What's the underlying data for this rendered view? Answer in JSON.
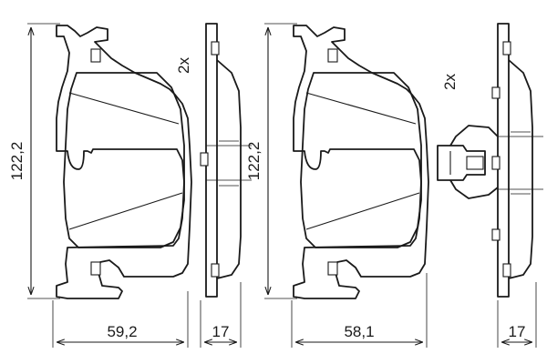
{
  "labels": {
    "left_height": "122,2",
    "left_width": "59,2",
    "left_thickness": "17",
    "left_quantity": "2x",
    "right_height": "122,2",
    "right_width": "58,1",
    "right_thickness": "17",
    "right_quantity": "2x"
  }
}
